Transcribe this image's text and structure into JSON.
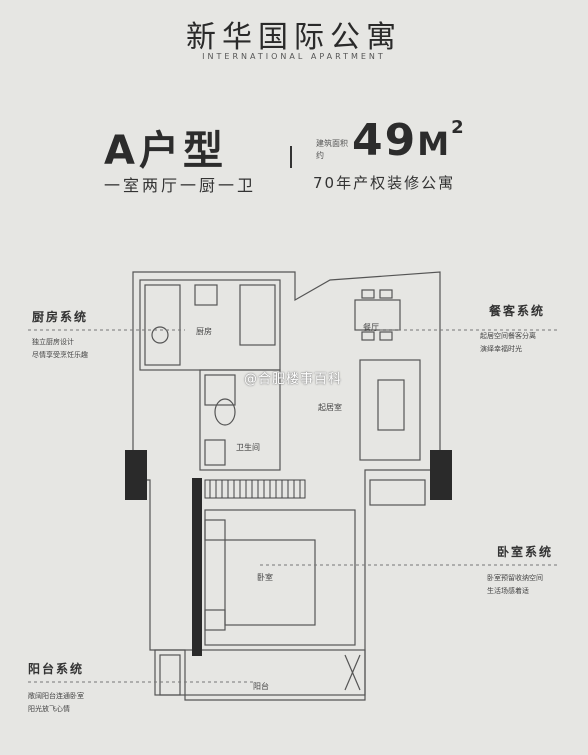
{
  "header": {
    "title": "新华国际公寓",
    "subtitle": "INTERNATIONAL APARTMENT"
  },
  "unit": {
    "type_name": "A户型",
    "layout": "一室两厅一厨一卫",
    "area_label": "建筑面积约",
    "area_value": "49",
    "area_unit": "M",
    "area_sup": "2",
    "tenure": "70年产权装修公寓"
  },
  "systems": {
    "kitchen": {
      "title": "厨房系统",
      "desc1": "独立厨房设计",
      "desc2": "尽情享受烹饪乐趣"
    },
    "dining": {
      "title": "餐客系统",
      "desc1": "起居空间餐客分离",
      "desc2": "演绎幸福时光"
    },
    "bedroom": {
      "title": "卧室系统",
      "desc1": "卧室预留收纳空间",
      "desc2": "生活场感着适"
    },
    "balcony": {
      "title": "阳台系统",
      "desc1": "敞阔阳台连通卧室",
      "desc2": "阳光放飞心情"
    }
  },
  "rooms": {
    "kitchen": "厨房",
    "dining": "餐厅",
    "living": "起居室",
    "bathroom": "卫生间",
    "bedroom": "卧室",
    "balcony": "阳台"
  },
  "watermark": "@合肥楼事百科",
  "colors": {
    "background": "#e6e6e3",
    "wall": "#555555",
    "dark_pillar": "#2a2a2a"
  }
}
